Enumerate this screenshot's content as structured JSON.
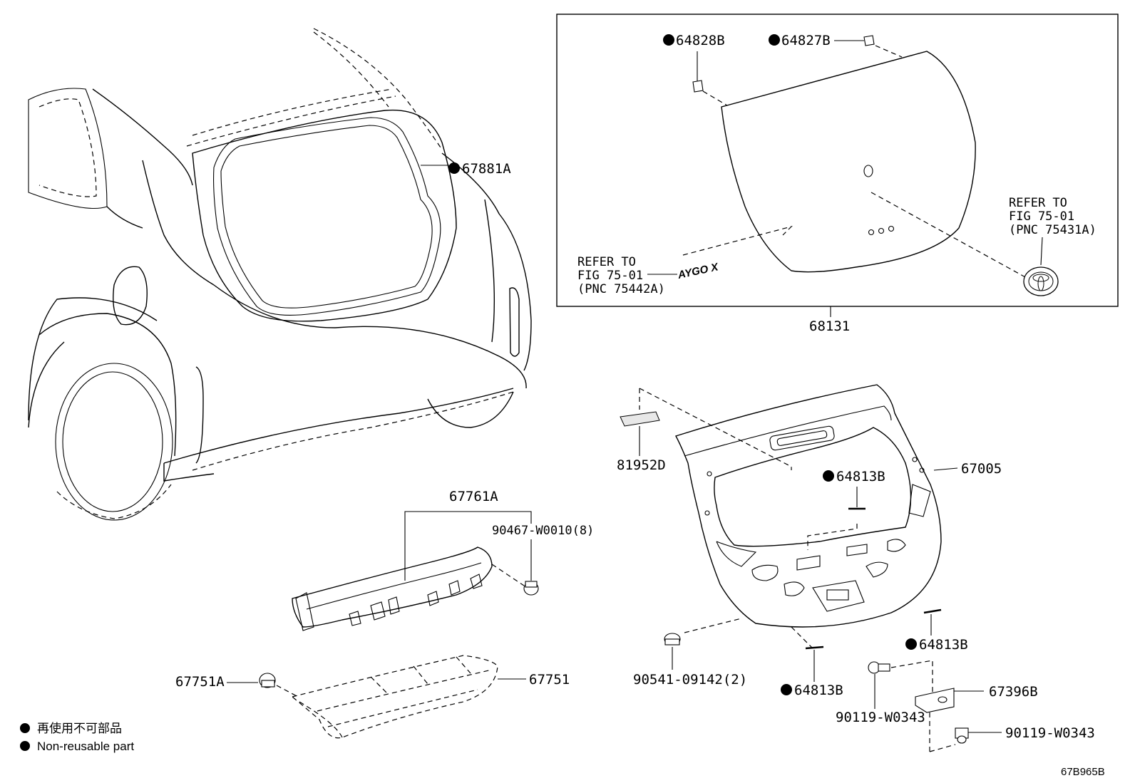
{
  "diagram": {
    "part_labels": {
      "p67881A": "67881A",
      "p64828B": "64828B",
      "p64827B": "64827B",
      "p68131": "68131",
      "p81952D": "81952D",
      "p67005": "67005",
      "p64813B_top": "64813B",
      "p64813B_right": "64813B",
      "p64813B_bottom": "64813B",
      "p67761A": "67761A",
      "p90467": "90467-W0010(8)",
      "p67751A": "67751A",
      "p67751": "67751",
      "p90541": "90541-09142(2)",
      "p90119_left": "90119-W0343",
      "p90119_right": "90119-W0343",
      "p67396B": "67396B"
    },
    "refer_left": [
      "REFER TO",
      "FIG 75-01",
      "(PNC 75442A)"
    ],
    "refer_right": [
      "REFER TO",
      "FIG 75-01",
      "(PNC 75431A)"
    ],
    "emblem_text": "AYGO X",
    "legend": {
      "line1": "再使用不可部品",
      "line2": "Non-reusable part"
    },
    "figure_code": "67B965B"
  }
}
